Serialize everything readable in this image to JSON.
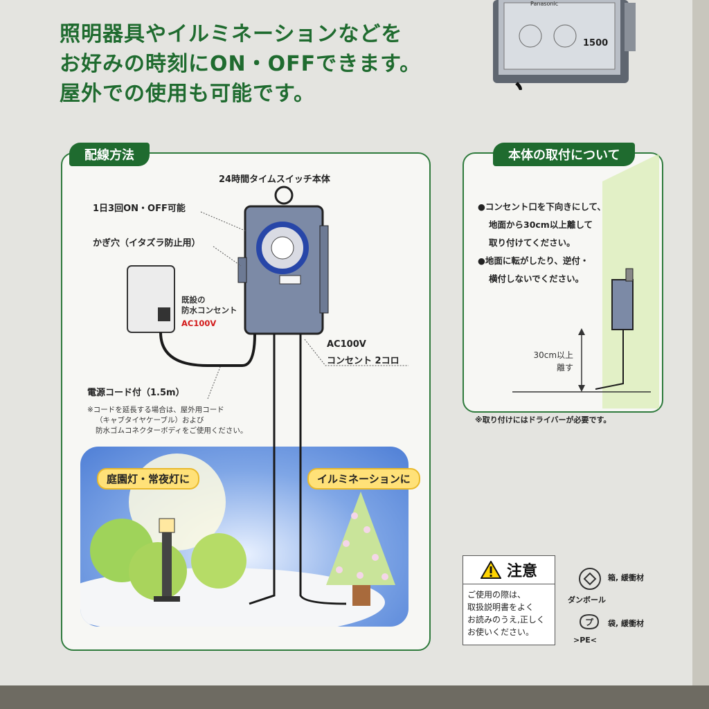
{
  "headline": {
    "line1": "照明器具やイルミネーションなどを",
    "line2": "お好みの時刻にON・OFFできます。",
    "line3": "屋外での使用も可能です。"
  },
  "product_photo": {
    "brand": "Panasonic",
    "capacity": "1500"
  },
  "wiring": {
    "tab": "配線方法",
    "timer_title": "24時間タイムスイッチ本体",
    "on_off": "1日3回ON・OFF可能",
    "keyhole": "かぎ穴（イタズラ防止用）",
    "existing_outlet_1": "既設の",
    "existing_outlet_2": "防水コンセント",
    "existing_outlet_voltage": "AC100V",
    "outlet_voltage": "AC100V",
    "outlet_count": "コンセント 2コロ",
    "cord": "電源コード付（1.5m）",
    "cord_note_1": "※コードを延長する場合は、屋外用コード",
    "cord_note_2": "（キャブタイヤケーブル）および",
    "cord_note_3": "防水ゴムコネクターボディをご使用ください。",
    "garden_bubble": "庭園灯・常夜灯に",
    "illumination_bubble": "イルミネーションに"
  },
  "mounting": {
    "tab": "本体の取付について",
    "line1": "●コンセント口を下向きにして、",
    "line2": "地面から30cm以上離して",
    "line3": "取り付けてください。",
    "line4": "●地面に転がしたり、逆付・",
    "line5": "横付しないでください。",
    "height_1": "30cm以上",
    "height_2": "離す"
  },
  "driver_note": "※取り付けにはドライバーが必要です。",
  "caution": {
    "title": "注意",
    "line1": "ご使用の際は、",
    "line2": "取扱説明書をよく",
    "line3": "お読みのうえ,正しく",
    "line4": "お使いください。"
  },
  "recycle": {
    "box_label": "箱, 緩衝材",
    "cardboard": "ダンボール",
    "bag_label": "袋, 緩衝材",
    "pe": ">PE<"
  },
  "colors": {
    "brand_green": "#1f6b2f",
    "warning_red": "#d21a1a"
  }
}
